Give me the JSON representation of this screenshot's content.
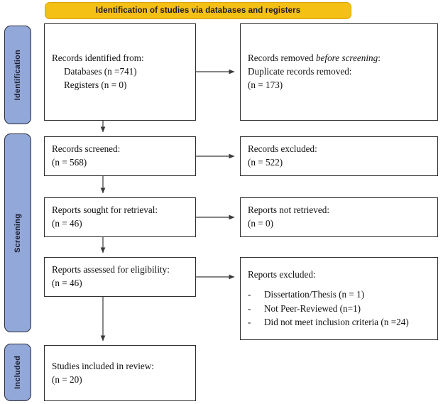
{
  "banner": {
    "title": "Identification of studies via databases and registers",
    "color": "#F5C015"
  },
  "stages": {
    "identification": "Identification",
    "screening": "Screening",
    "included": "Included",
    "color": "#92A8D8"
  },
  "boxes": {
    "identified": {
      "line1": "Records identified from:",
      "line2": "Databases (n =741)",
      "line3": "Registers (n = 0)"
    },
    "removed": {
      "line1_a": "Records removed ",
      "line1_b": "before screening",
      "line1_c": ":",
      "line2": "Duplicate records removed:",
      "line3": "(n = 173)"
    },
    "screened": {
      "line1": "Records screened:",
      "line2": "(n = 568)"
    },
    "excluded_screened": {
      "line1": "Records excluded:",
      "line2": "(n = 522)"
    },
    "sought": {
      "line1": "Reports sought for retrieval:",
      "line2": "(n = 46)"
    },
    "not_retrieved": {
      "line1": "Reports not retrieved:",
      "line2": "(n = 0)"
    },
    "assessed": {
      "line1": "Reports assessed for eligibility:",
      "line2": "(n = 46)"
    },
    "excluded_eligibility": {
      "heading": "Reports excluded:",
      "dash": "-",
      "items": [
        "Dissertation/Thesis (n = 1)",
        "Not Peer-Reviewed (n=1)",
        "Did not meet inclusion criteria (n =24)"
      ]
    },
    "included": {
      "line1": "Studies included in review:",
      "line2": "(n = 20)"
    }
  }
}
